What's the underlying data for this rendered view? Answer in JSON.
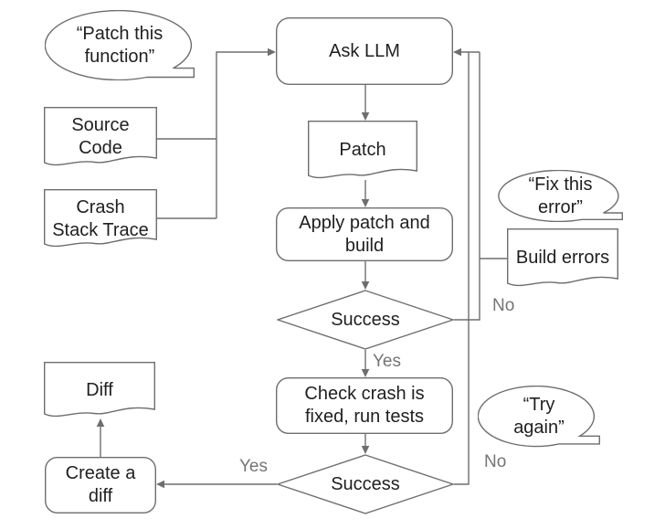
{
  "diagram": {
    "nodes": {
      "patch_function_bubble": {
        "type": "speech-bubble",
        "label": "“Patch this\nfunction”"
      },
      "source_code": {
        "type": "document",
        "label": "Source\nCode"
      },
      "crash_stack_trace": {
        "type": "document",
        "label": "Crash\nStack Trace"
      },
      "ask_llm": {
        "type": "process",
        "label": "Ask LLM"
      },
      "patch": {
        "type": "document",
        "label": "Patch"
      },
      "apply_patch_and_build": {
        "type": "process",
        "label": "Apply patch and\nbuild"
      },
      "build_success": {
        "type": "decision",
        "label": "Success"
      },
      "fix_error_bubble": {
        "type": "speech-bubble",
        "label": "“Fix this\nerror”"
      },
      "build_errors": {
        "type": "document",
        "label": "Build errors"
      },
      "check_crash": {
        "type": "process",
        "label": "Check crash is\nfixed, run tests"
      },
      "try_again_bubble": {
        "type": "speech-bubble",
        "label": "“Try\nagain”"
      },
      "test_success": {
        "type": "decision",
        "label": "Success"
      },
      "diff": {
        "type": "document",
        "label": "Diff"
      },
      "create_diff": {
        "type": "process",
        "label": "Create a\ndiff"
      }
    },
    "edge_labels": {
      "build_yes": "Yes",
      "build_no": "No",
      "test_yes": "Yes",
      "test_no": "No"
    },
    "colors": {
      "background": "#ffffff",
      "stroke": "#6e6e6e",
      "node_text": "#1f1f1f",
      "edge_label_text": "#757575"
    }
  }
}
